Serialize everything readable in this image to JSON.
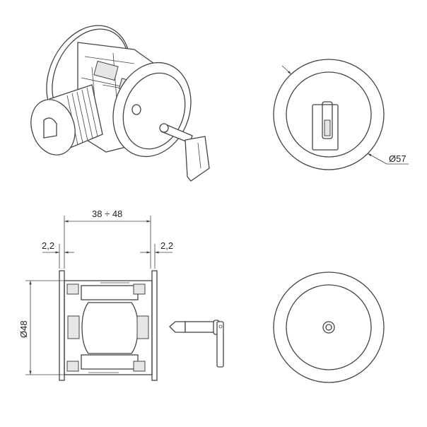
{
  "title": "Cam lock drawing with dimensions",
  "dimensions": {
    "outer_diameter": "Ø57",
    "body_diameter": "Ø48",
    "length_range": "38 ÷ 48",
    "flange_left": "2,2",
    "flange_right": "2,2"
  },
  "colors": {
    "line": "#444444",
    "background": "#ffffff"
  }
}
